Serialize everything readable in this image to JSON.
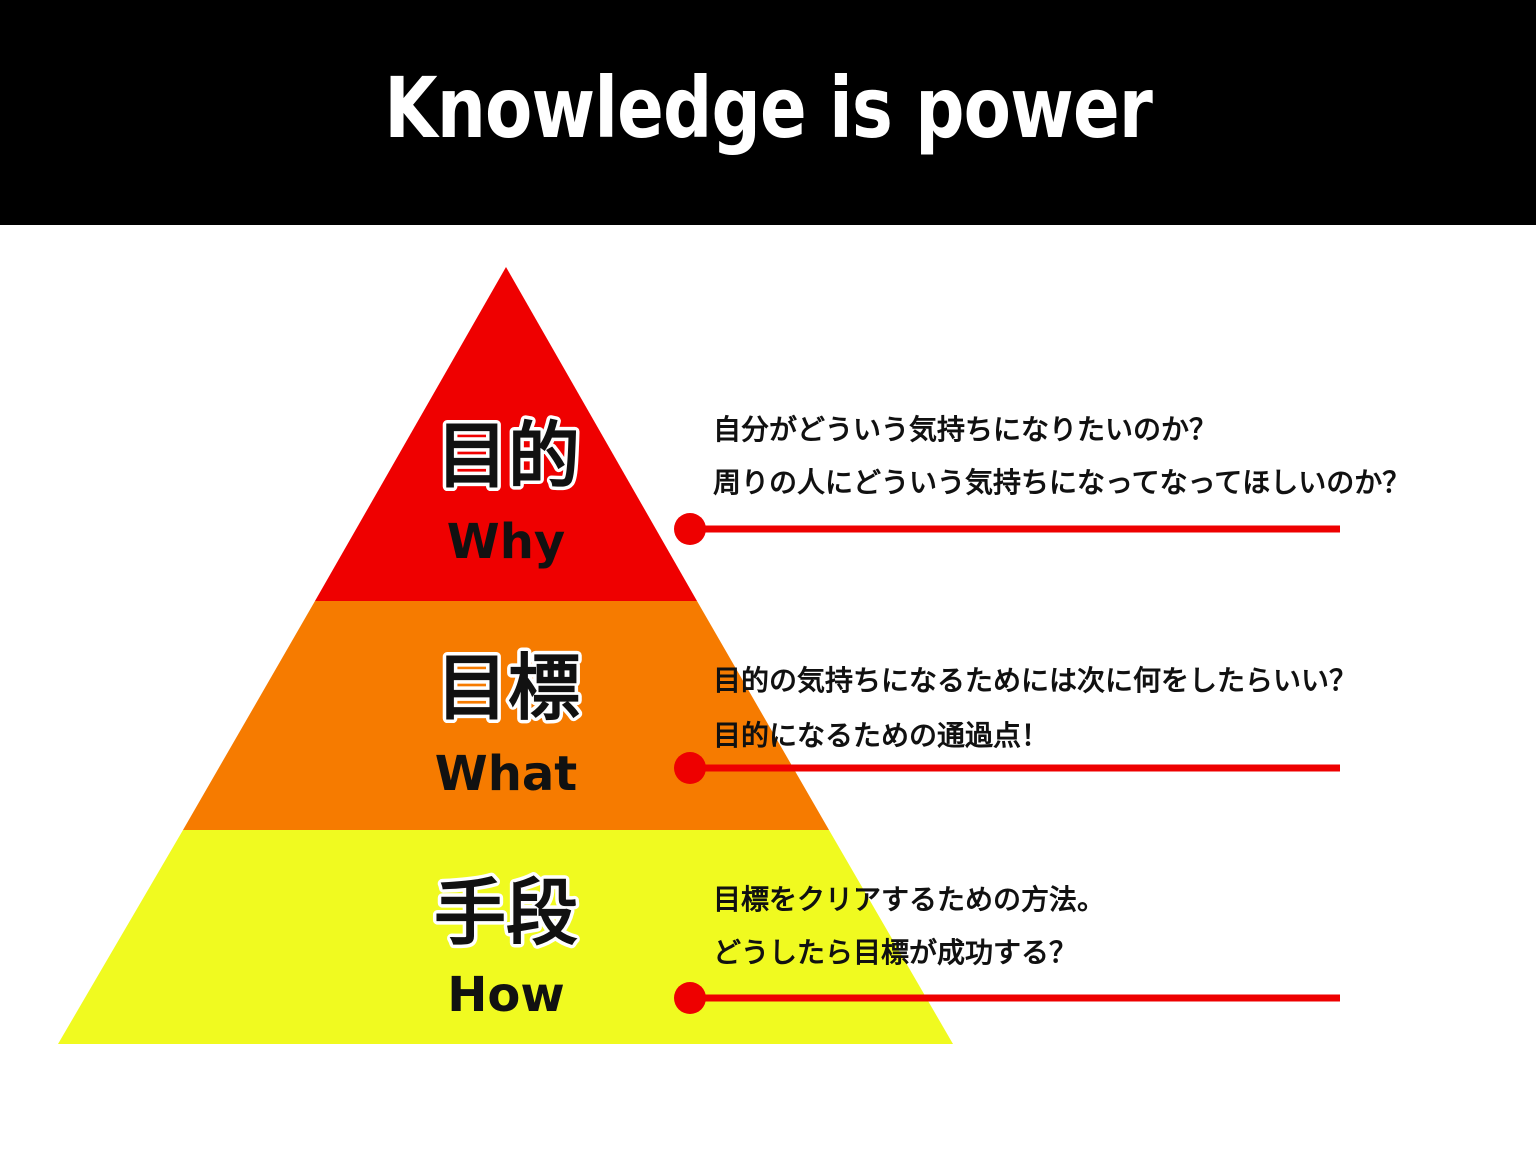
{
  "title": "Knowledge is power",
  "colors": {
    "header_bg": "#000000",
    "tier_top": "#ef0000",
    "tier_middle": "#f67b00",
    "tier_bottom": "#f0fa20",
    "connector": "#ee0000"
  },
  "tiers": [
    {
      "kanji": "目的",
      "english": "Why",
      "lines": [
        "自分がどういう気持ちになりたいのか？",
        "周りの人にどういう気持ちになってなってほしいのか？"
      ]
    },
    {
      "kanji": "目標",
      "english": "What",
      "lines": [
        "目的の気持ちになるためには次に何をしたらいい？",
        "目的になるための通過点！"
      ]
    },
    {
      "kanji": "手段",
      "english": "How",
      "lines": [
        "目標をクリアするための方法。",
        "どうしたら目標が成功する？"
      ]
    }
  ]
}
